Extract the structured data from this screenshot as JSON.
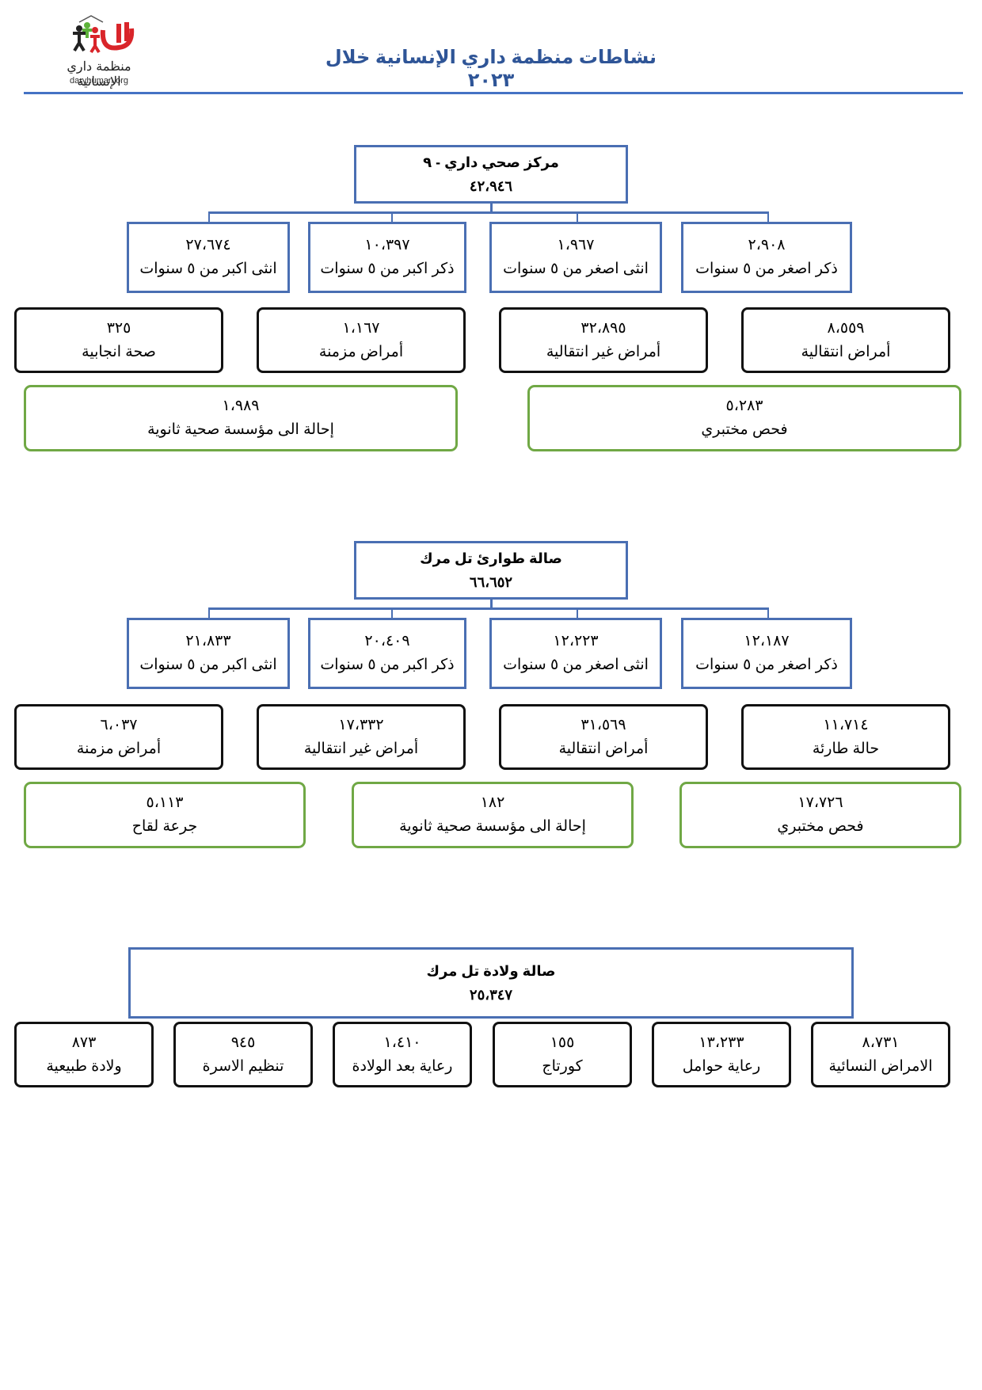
{
  "header": {
    "title": "نشاطات منظمة داري الإنسانية خلال ٢٠٢٣",
    "logo": {
      "name_ar": "منظمة داري الإنسانية",
      "url": "daryhuman.org",
      "colors": {
        "red": "#d9252a",
        "green": "#5cb23a",
        "black": "#222222"
      }
    },
    "accent_color": "#2f5597"
  },
  "sections": [
    {
      "title": "مركز صحي داري - ٩",
      "total": "٤٢،٩٤٦",
      "demographics": [
        {
          "value": "٢٧،٦٧٤",
          "label": "انثى اكبر من ٥ سنوات"
        },
        {
          "value": "١٠،٣٩٧",
          "label": "ذكر اكبر من ٥ سنوات"
        },
        {
          "value": "١،٩٦٧",
          "label": "انثى اصغر من ٥ سنوات"
        },
        {
          "value": "٢،٩٠٨",
          "label": "ذكر اصغر من ٥ سنوات"
        }
      ],
      "services": [
        {
          "value": "٣٢٥",
          "label": "صحة انجابية"
        },
        {
          "value": "١،١٦٧",
          "label": "أمراض مزمنة"
        },
        {
          "value": "٣٢،٨٩٥",
          "label": "أمراض غير انتقالية"
        },
        {
          "value": "٨،٥٥٩",
          "label": "أمراض انتقالية"
        }
      ],
      "other": [
        {
          "value": "١،٩٨٩",
          "label": "إحالة الى مؤسسة صحية ثانوية"
        },
        {
          "value": "٥،٢٨٣",
          "label": "فحص مختبري"
        }
      ]
    },
    {
      "title": "صالة طوارئ تل مرك",
      "total": "٦٦،٦٥٢",
      "demographics": [
        {
          "value": "٢١،٨٣٣",
          "label": "انثى اكبر من ٥ سنوات"
        },
        {
          "value": "٢٠،٤٠٩",
          "label": "ذكر اكبر من ٥ سنوات"
        },
        {
          "value": "١٢،٢٢٣",
          "label": "انثى اصغر من ٥ سنوات"
        },
        {
          "value": "١٢،١٨٧",
          "label": "ذكر اصغر من ٥ سنوات"
        }
      ],
      "services": [
        {
          "value": "٦،٠٣٧",
          "label": "أمراض مزمنة"
        },
        {
          "value": "١٧،٣٣٢",
          "label": "أمراض غير انتقالية"
        },
        {
          "value": "٣١،٥٦٩",
          "label": "أمراض انتقالية"
        },
        {
          "value": "١١،٧١٤",
          "label": "حالة طارئة"
        }
      ],
      "other": [
        {
          "value": "٥،١١٣",
          "label": "جرعة لقاح"
        },
        {
          "value": "١٨٢",
          "label": "إحالة الى مؤسسة صحية ثانوية"
        },
        {
          "value": "١٧،٧٢٦",
          "label": "فحص مختبري"
        }
      ]
    },
    {
      "title": "صالة ولادة تل مرك",
      "total": "٢٥،٣٤٧",
      "services": [
        {
          "value": "٨٧٣",
          "label": "ولادة طبيعية"
        },
        {
          "value": "٩٤٥",
          "label": "تنظيم الاسرة"
        },
        {
          "value": "١،٤١٠",
          "label": "رعاية بعد الولادة"
        },
        {
          "value": "١٥٥",
          "label": "كورتاج"
        },
        {
          "value": "١٣،٢٣٣",
          "label": "رعاية حوامل"
        },
        {
          "value": "٨،٧٣١",
          "label": "الامراض النسائية"
        }
      ]
    }
  ]
}
